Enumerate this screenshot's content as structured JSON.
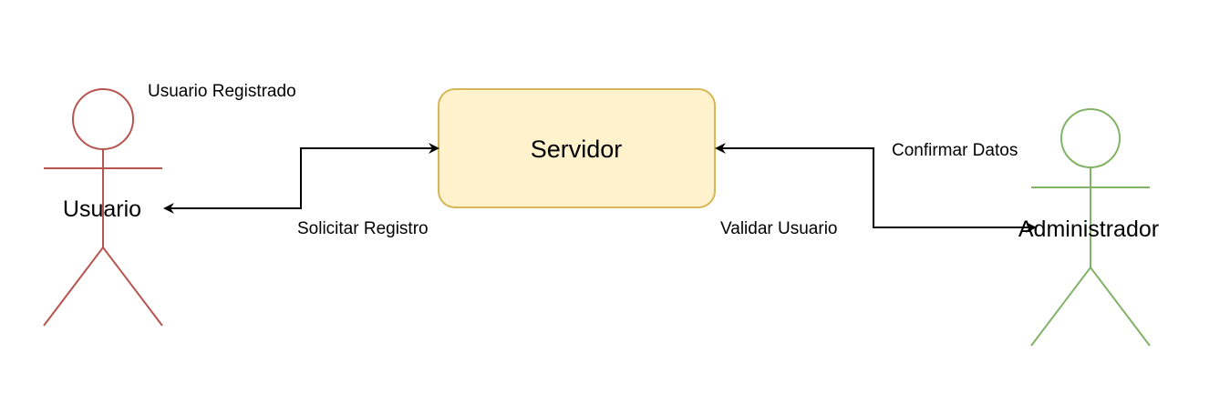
{
  "colors": {
    "background": "#ffffff",
    "usuario_stroke": "#b85450",
    "administrador_stroke": "#82b366",
    "server_fill": "#fff2cc",
    "server_stroke": "#d6b656",
    "edge": "#000000"
  },
  "actors": {
    "usuario": {
      "label": "Usuario",
      "caption": "Usuario Registrado"
    },
    "administrador": {
      "label": "Administrador"
    }
  },
  "server": {
    "label": "Servidor"
  },
  "edges": {
    "left": {
      "label": "Solicitar Registro",
      "direction": "bidirectional"
    },
    "right": {
      "label_lower": "Validar Usuario",
      "label_upper": "Confirmar Datos",
      "direction": "bidirectional"
    }
  }
}
